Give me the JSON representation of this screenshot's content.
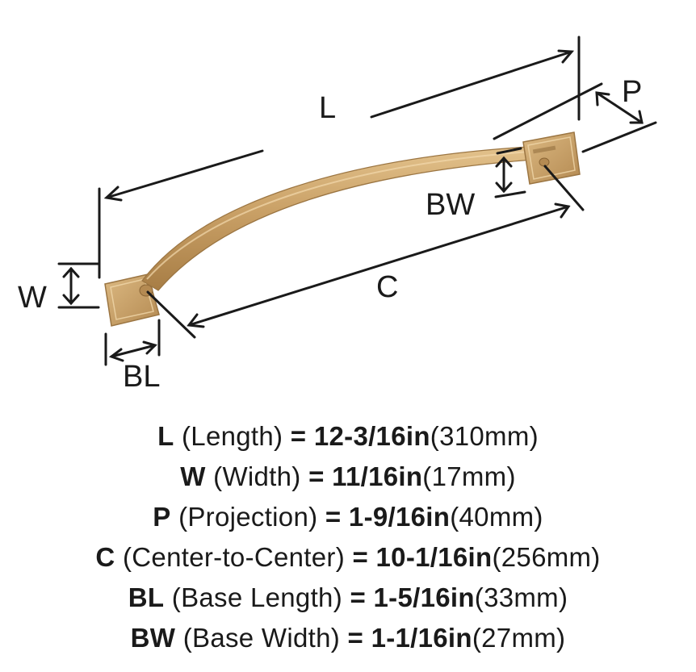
{
  "diagram": {
    "labels": {
      "L": "L",
      "W": "W",
      "P": "P",
      "C": "C",
      "BL": "BL",
      "BW": "BW"
    },
    "colors": {
      "finish": "#c9a066",
      "finish_light": "#e3c28c",
      "finish_dark": "#a77d45",
      "line": "#1a1a1a"
    }
  },
  "specs": [
    {
      "abbr": "L",
      "desc": "(Length)",
      "eq": "=",
      "imperial": "12-3/16in",
      "metric": "(310mm)"
    },
    {
      "abbr": "W",
      "desc": "(Width)",
      "eq": "=",
      "imperial": "11/16in",
      "metric": "(17mm)"
    },
    {
      "abbr": "P",
      "desc": "(Projection)",
      "eq": "=",
      "imperial": "1-9/16in",
      "metric": "(40mm)"
    },
    {
      "abbr": "C",
      "desc": "(Center-to-Center)",
      "eq": "=",
      "imperial": "10-1/16in",
      "metric": "(256mm)"
    },
    {
      "abbr": "BL",
      "desc": "(Base Length)",
      "eq": "=",
      "imperial": "1-5/16in",
      "metric": "(33mm)"
    },
    {
      "abbr": "BW",
      "desc": "(Base Width)",
      "eq": "=",
      "imperial": "1-1/16in",
      "metric": "(27mm)"
    }
  ]
}
